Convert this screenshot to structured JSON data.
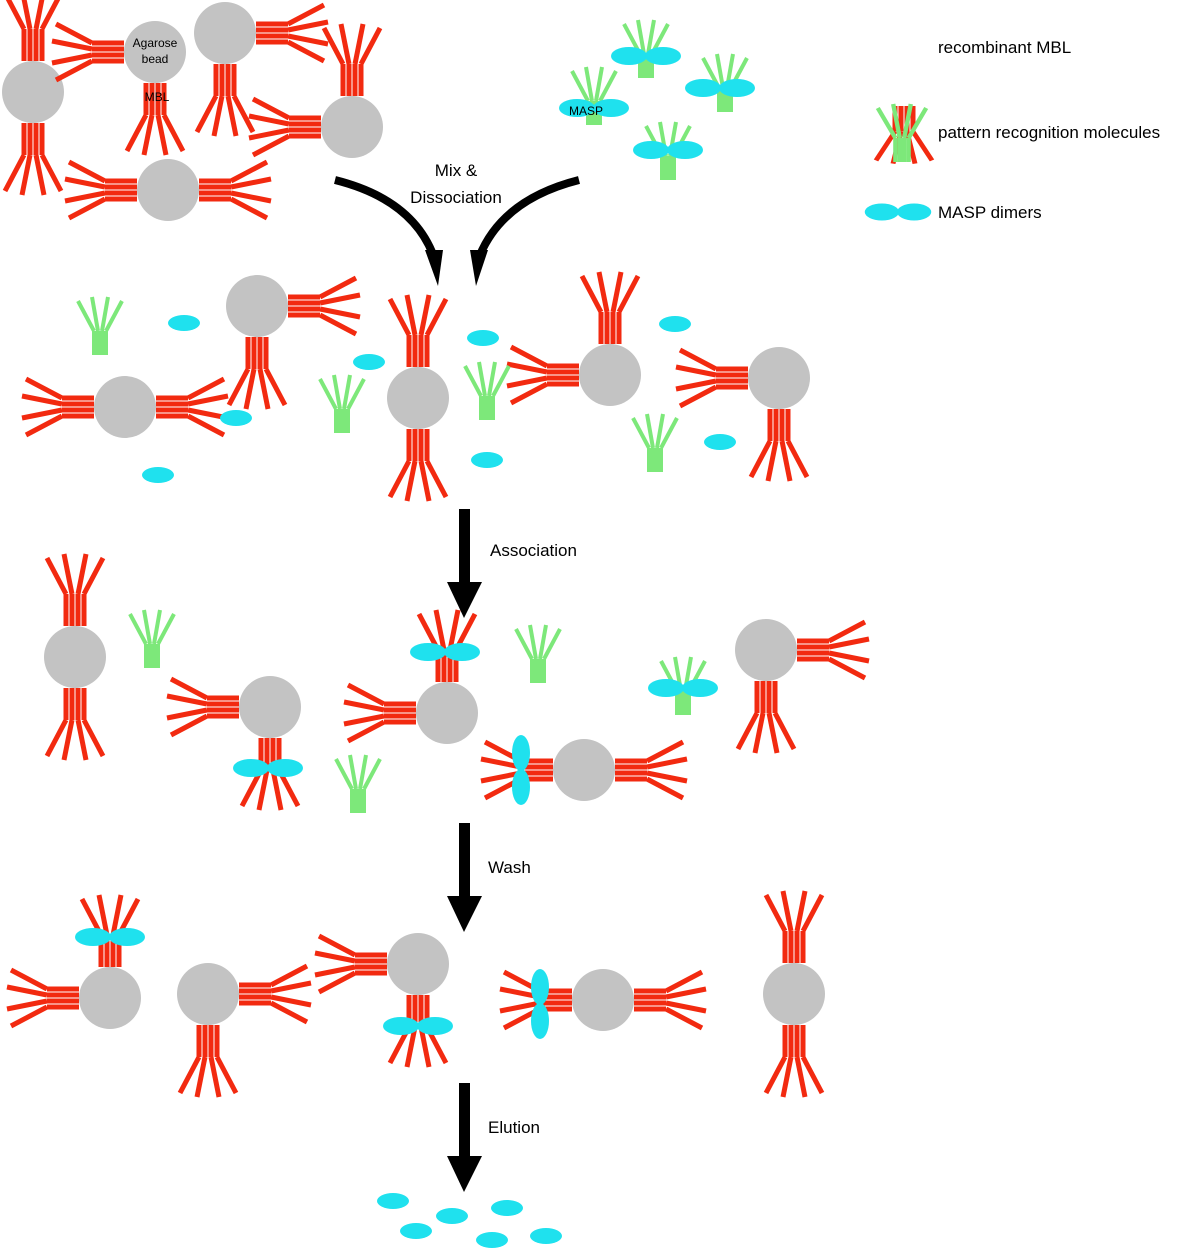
{
  "colors": {
    "mbl": "#f22a10",
    "prm": "#7de87a",
    "masp": "#1fe1ee",
    "bead": "#c3c3c3",
    "arrow": "#000000"
  },
  "labels": {
    "bead": "Agarose bead",
    "bead_line1": "Agarose",
    "bead_line2": "bead",
    "mbl": "MBL",
    "masp": "MASP"
  },
  "legend": {
    "mbl": "recombinant MBL",
    "prm": "pattern recognition molecules",
    "masp": "MASP dimers"
  },
  "steps": {
    "mix_line1": "Mix &",
    "mix_line2": "Dissociation",
    "association": "Association",
    "wash": "Wash",
    "elution": "Elution"
  }
}
